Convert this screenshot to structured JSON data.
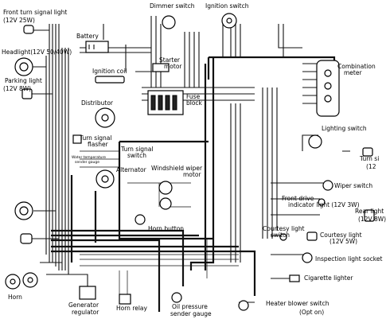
{
  "labels": {
    "front_turn_signal_light": "Front turn signal light",
    "front_turn_rating": "(12V 25W)",
    "headlight": "Headlight(12V 50/40W)",
    "parking_light": "Parking light",
    "parking_rating": "(12V 8W)",
    "battery": "Battery",
    "ignition_coil": "Ignition coil",
    "starter_motor_1": "Starter",
    "starter_motor_2": "motor",
    "distributor": "Distributor",
    "fuse_block_1": "Fuse",
    "fuse_block_2": "block",
    "dimmer_switch": "Dimmer switch",
    "ignition_switch": "Ignition switch",
    "combination_meter_1": "Combination",
    "combination_meter_2": "meter",
    "turn_signal_flasher_1": "Turn signal",
    "turn_signal_flasher_2": "flasher",
    "turn_signal_switch_1": "Turn signal",
    "turn_signal_switch_2": "switch",
    "water_temp_1": "Water temperature",
    "water_temp_2": "sender gauge",
    "alternator": "Alternator",
    "windshield_wiper_1": "Windshield wiper",
    "windshield_wiper_2": "motor",
    "lighting_switch": "Lighting switch",
    "turn_signal_right": "Turn si",
    "turn_right_rating": "(12",
    "wiper_switch": "Wiper switch",
    "front_drive_1": "Front drive",
    "front_drive_2": "indicator light (12V 3W)",
    "horn_button": "Horn button",
    "courtesy_switch_1": "Courtesy light",
    "courtesy_switch_2": "switch",
    "courtesy_light_1": "Courtesy light",
    "courtesy_light_2": "(12V 5W)",
    "inspection_light": "Inspection light socket",
    "cigarette_lighter": "Cigarette lighter",
    "horn": "Horn",
    "generator_1": "Generator",
    "generator_2": "regulator",
    "horn_relay": "Horn relay",
    "oil_pressure_1": "Oil pressure",
    "oil_pressure_2": "sender gauge",
    "heater_1": "Heater blower switch",
    "heater_2": "(Opt on)",
    "rear_partial_1": "Rear light",
    "rear_partial_2": "(12V 8W)"
  }
}
